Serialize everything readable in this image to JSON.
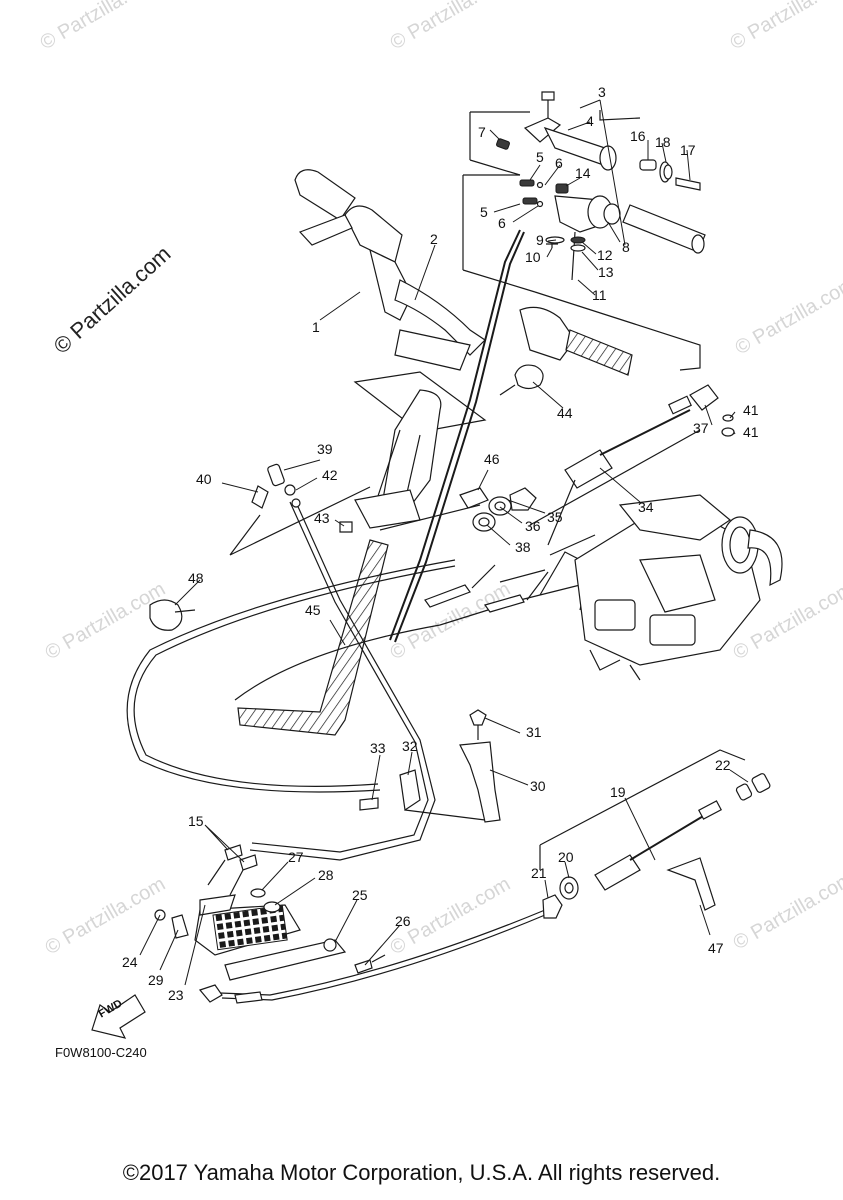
{
  "watermark": {
    "main": "© Partzilla.com",
    "faint": "© Partzilla.com"
  },
  "figure_code": "F0W8100-C240",
  "fwd_label": "FWD",
  "copyright": "©2017 Yamaha Motor Corporation, U.S.A. All rights reserved.",
  "callouts": [
    "1",
    "2",
    "3",
    "4",
    "5",
    "6",
    "7",
    "8",
    "9",
    "10",
    "11",
    "12",
    "13",
    "14",
    "15",
    "16",
    "17",
    "18",
    "19",
    "20",
    "21",
    "22",
    "23",
    "24",
    "25",
    "26",
    "27",
    "28",
    "29",
    "30",
    "31",
    "32",
    "33",
    "34",
    "35",
    "36",
    "37",
    "38",
    "39",
    "40",
    "41",
    "42",
    "43",
    "44",
    "45",
    "46",
    "47",
    "48"
  ],
  "extra_callouts": {
    "5b": "5",
    "6b": "6",
    "41b": "41"
  }
}
